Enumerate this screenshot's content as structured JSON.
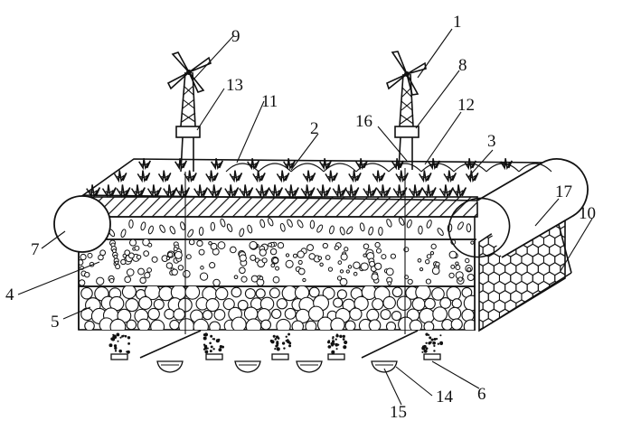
{
  "figure": {
    "labels": [
      {
        "id": "1",
        "text": "1"
      },
      {
        "id": "2",
        "text": "2"
      },
      {
        "id": "3",
        "text": "3"
      },
      {
        "id": "4",
        "text": "4"
      },
      {
        "id": "5",
        "text": "5"
      },
      {
        "id": "6",
        "text": "6"
      },
      {
        "id": "7",
        "text": "7"
      },
      {
        "id": "8",
        "text": "8"
      },
      {
        "id": "9",
        "text": "9"
      },
      {
        "id": "10",
        "text": "10"
      },
      {
        "id": "11",
        "text": "11"
      },
      {
        "id": "12",
        "text": "12"
      },
      {
        "id": "13",
        "text": "13"
      },
      {
        "id": "14",
        "text": "14"
      },
      {
        "id": "15",
        "text": "15"
      },
      {
        "id": "16",
        "text": "16"
      },
      {
        "id": "17",
        "text": "17"
      }
    ]
  },
  "colors": {
    "ink": "#111111",
    "paper": "#ffffff"
  }
}
